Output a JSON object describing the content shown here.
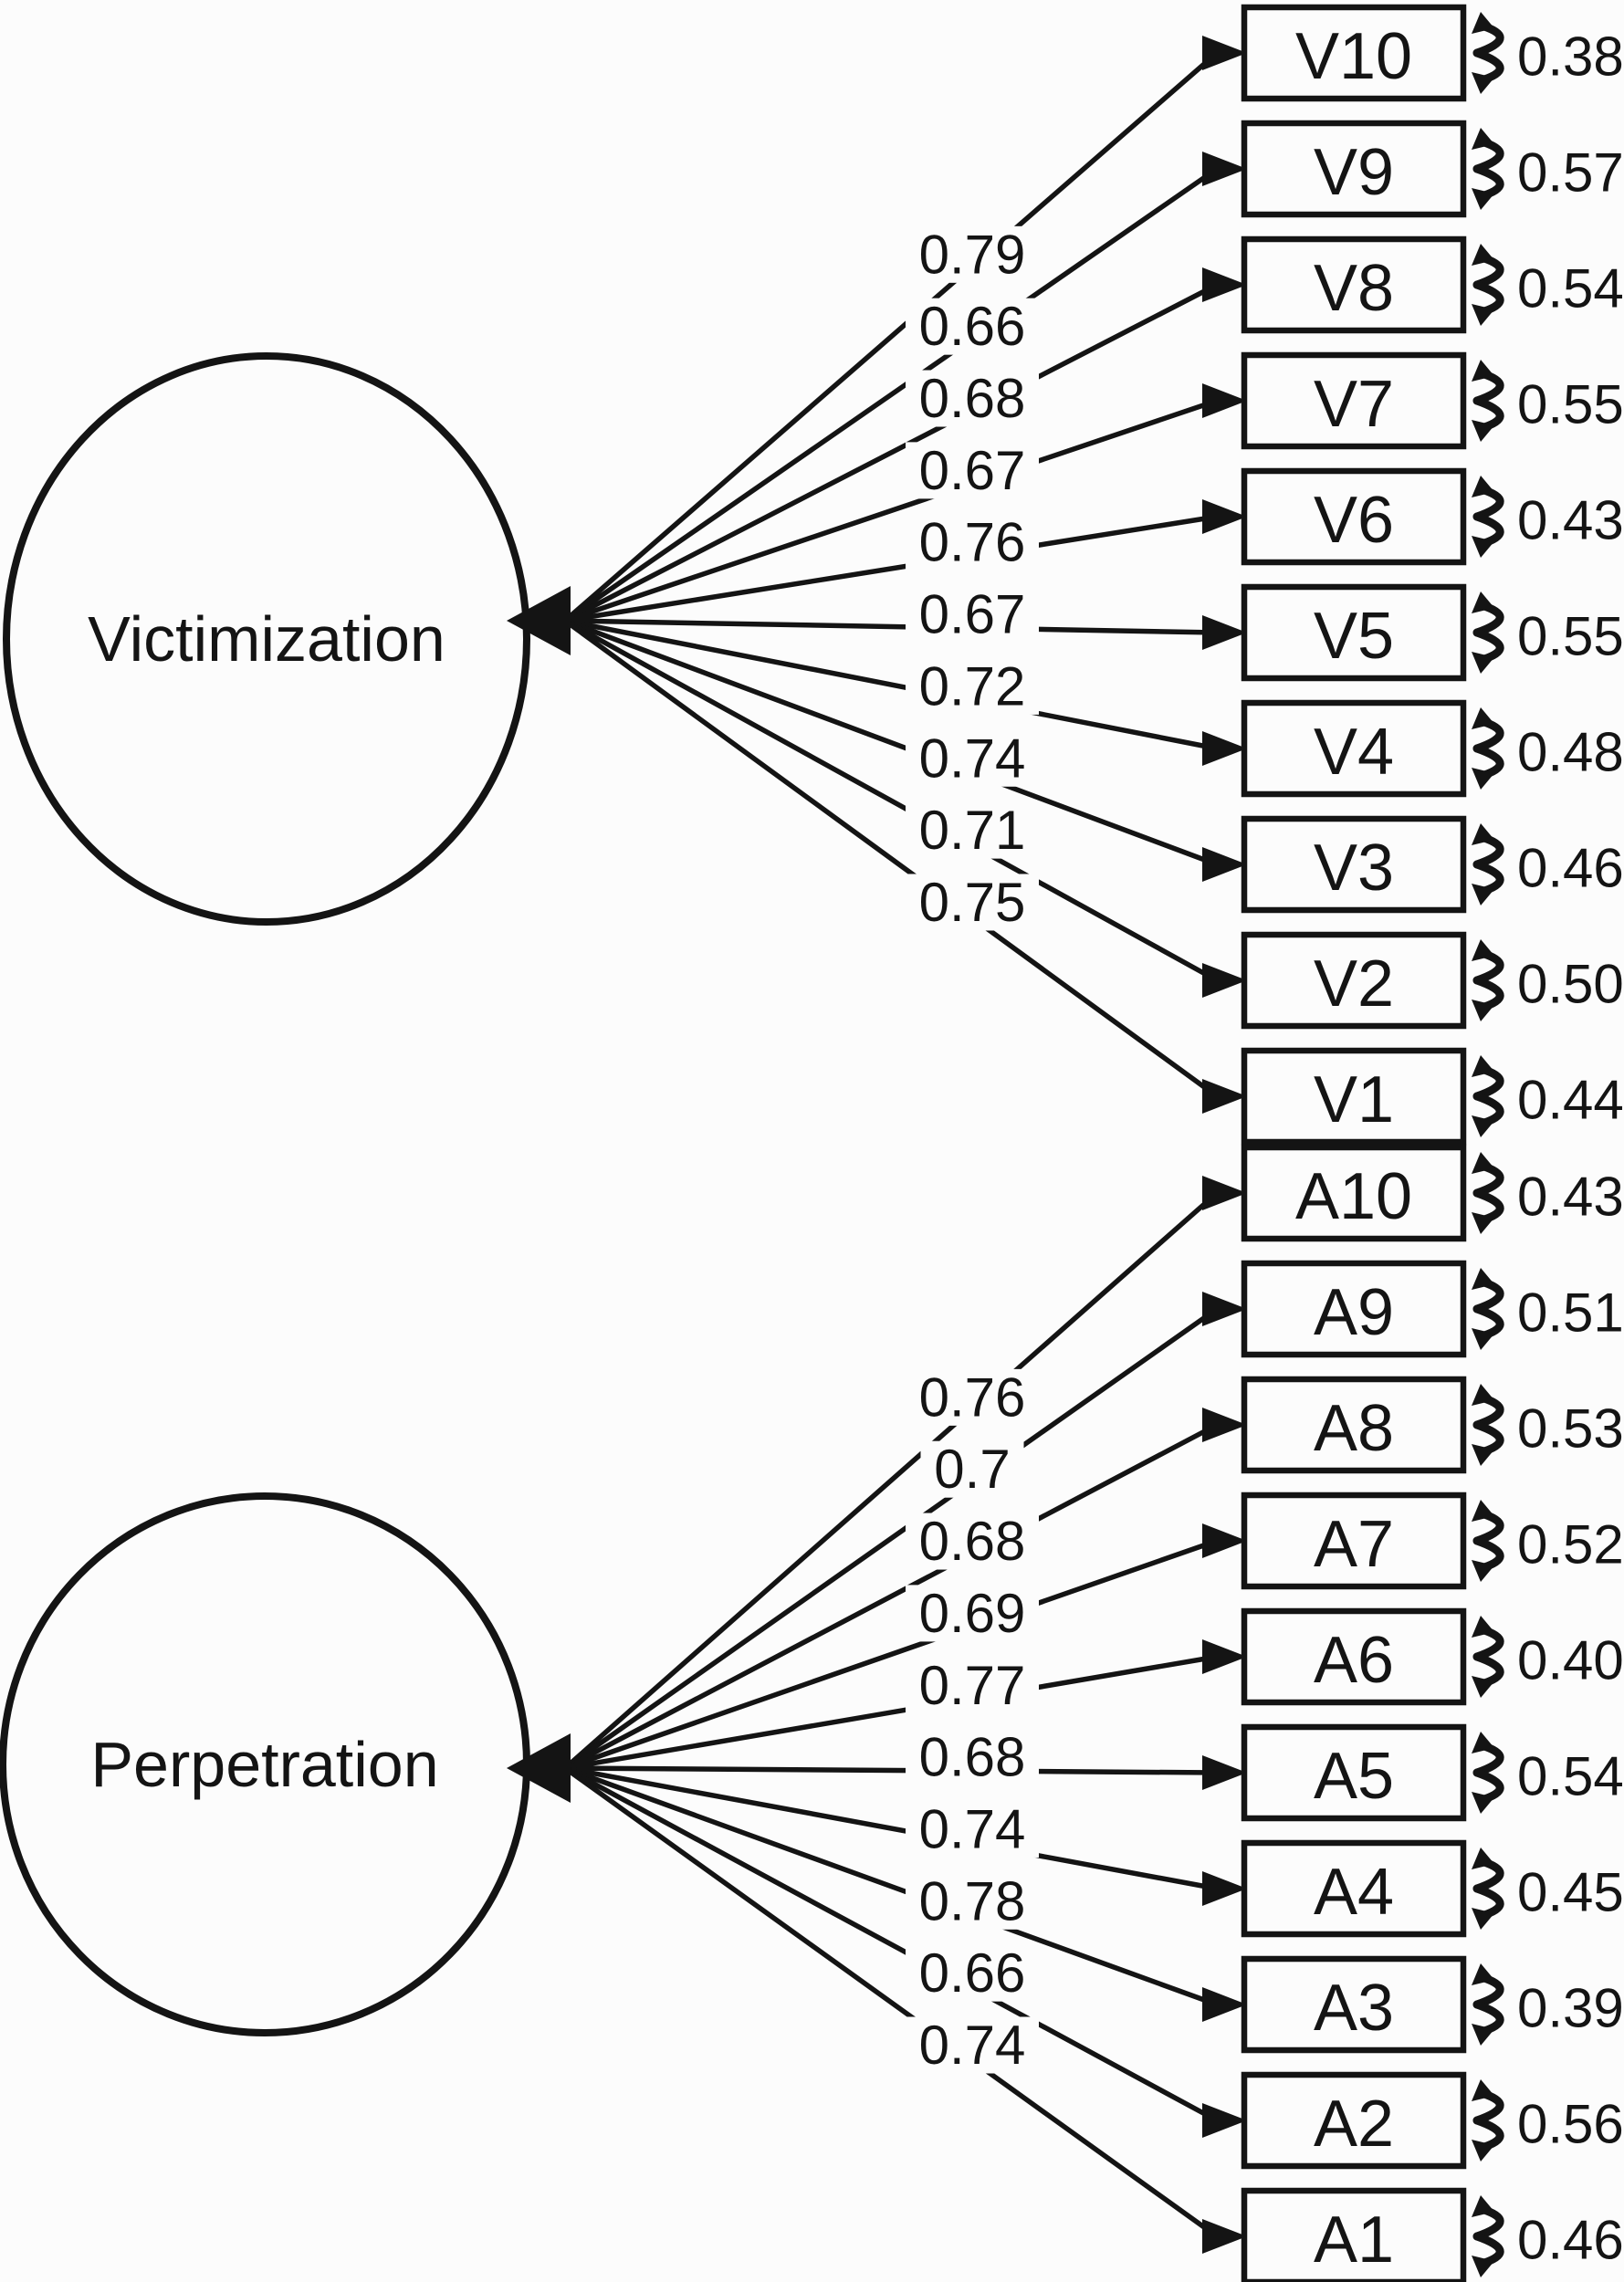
{
  "diagram_type": "confirmatory factor analysis path diagram",
  "colors": {
    "ink": "#141414",
    "paper": "#fcfcfc"
  },
  "icons": {
    "error_variance": "curved-double-arrow-icon",
    "path_arrow": "solid-triangle-arrowhead"
  },
  "factors": [
    {
      "label": "Victimization",
      "indicators": [
        {
          "id": "V10",
          "loading": "0.79",
          "error": "0.38"
        },
        {
          "id": "V9",
          "loading": "0.66",
          "error": "0.57"
        },
        {
          "id": "V8",
          "loading": "0.68",
          "error": "0.54"
        },
        {
          "id": "V7",
          "loading": "0.67",
          "error": "0.55"
        },
        {
          "id": "V6",
          "loading": "0.76",
          "error": "0.43"
        },
        {
          "id": "V5",
          "loading": "0.67",
          "error": "0.55"
        },
        {
          "id": "V4",
          "loading": "0.72",
          "error": "0.48"
        },
        {
          "id": "V3",
          "loading": "0.74",
          "error": "0.46"
        },
        {
          "id": "V2",
          "loading": "0.71",
          "error": "0.50"
        },
        {
          "id": "V1",
          "loading": "0.75",
          "error": "0.44"
        }
      ]
    },
    {
      "label": "Perpetration",
      "indicators": [
        {
          "id": "A10",
          "loading": "0.76",
          "error": "0.43"
        },
        {
          "id": "A9",
          "loading": "0.7",
          "error": "0.51"
        },
        {
          "id": "A8",
          "loading": "0.68",
          "error": "0.53"
        },
        {
          "id": "A7",
          "loading": "0.69",
          "error": "0.52"
        },
        {
          "id": "A6",
          "loading": "0.77",
          "error": "0.40"
        },
        {
          "id": "A5",
          "loading": "0.68",
          "error": "0.54"
        },
        {
          "id": "A4",
          "loading": "0.74",
          "error": "0.45"
        },
        {
          "id": "A3",
          "loading": "0.78",
          "error": "0.39"
        },
        {
          "id": "A2",
          "loading": "0.66",
          "error": "0.56"
        },
        {
          "id": "A1",
          "loading": "0.74",
          "error": "0.46"
        }
      ]
    }
  ]
}
